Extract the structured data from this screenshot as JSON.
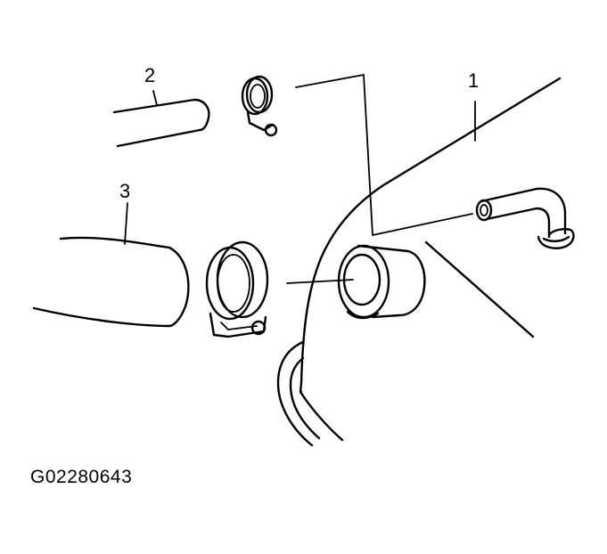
{
  "callouts": {
    "part_1": "1",
    "part_2": "2",
    "part_3": "3"
  },
  "figure_id": "G02280643",
  "colors": {
    "ink": "#000000",
    "background": "#ffffff"
  }
}
